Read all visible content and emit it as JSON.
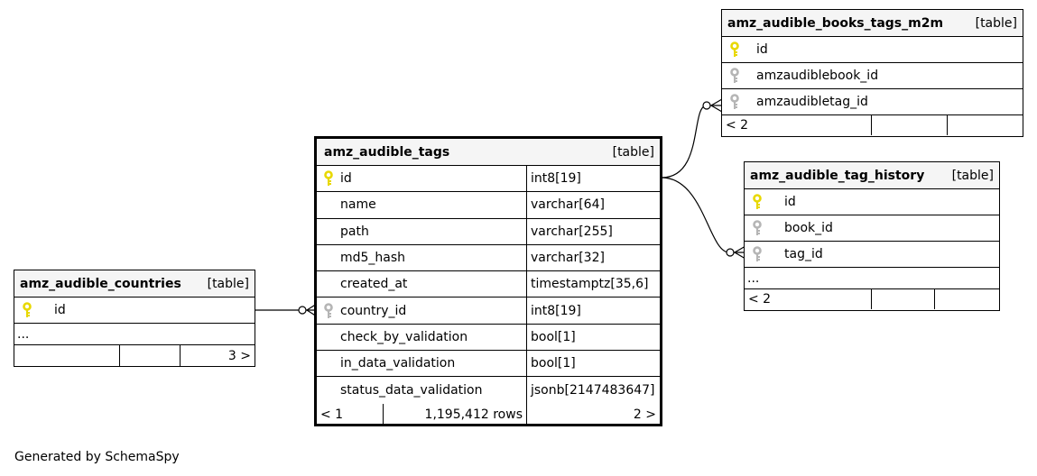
{
  "caption": "Generated by SchemaSpy",
  "colors": {
    "pk_key": "#e8d800",
    "fk_key": "#b5b5b5",
    "header_bg": "#f5f5f5"
  },
  "tables": {
    "books_tags_m2m": {
      "name": "amz_audible_books_tags_m2m",
      "kind": "[table]",
      "columns": [
        {
          "name": "id",
          "key": "pk-key-icon"
        },
        {
          "name": "amzaudiblebook_id",
          "key": "fk-key-icon"
        },
        {
          "name": "amzaudibletag_id",
          "key": "fk-key-icon"
        }
      ],
      "footer": {
        "left": "< 2",
        "mid": "",
        "right": ""
      }
    },
    "tag_history": {
      "name": "amz_audible_tag_history",
      "kind": "[table]",
      "columns": [
        {
          "name": "id",
          "key": "pk-key-icon"
        },
        {
          "name": "book_id",
          "key": "fk-key-icon"
        },
        {
          "name": "tag_id",
          "key": "fk-key-icon"
        }
      ],
      "more": "...",
      "footer": {
        "left": "< 2",
        "mid": "",
        "right": ""
      }
    },
    "tags": {
      "name": "amz_audible_tags",
      "kind": "[table]",
      "columns": [
        {
          "name": "id",
          "type": "int8[19]",
          "key": "pk-key-icon"
        },
        {
          "name": "name",
          "type": "varchar[64]",
          "key": ""
        },
        {
          "name": "path",
          "type": "varchar[255]",
          "key": ""
        },
        {
          "name": "md5_hash",
          "type": "varchar[32]",
          "key": ""
        },
        {
          "name": "created_at",
          "type": "timestamptz[35,6]",
          "key": ""
        },
        {
          "name": "country_id",
          "type": "int8[19]",
          "key": "fk-key-icon"
        },
        {
          "name": "check_by_validation",
          "type": "bool[1]",
          "key": ""
        },
        {
          "name": "in_data_validation",
          "type": "bool[1]",
          "key": ""
        },
        {
          "name": "status_data_validation",
          "type": "jsonb[2147483647]",
          "key": ""
        }
      ],
      "footer": {
        "left": "< 1",
        "mid": "1,195,412 rows",
        "right": "2 >"
      }
    },
    "countries": {
      "name": "amz_audible_countries",
      "kind": "[table]",
      "columns": [
        {
          "name": "id",
          "key": "pk-key-icon"
        }
      ],
      "more": "...",
      "footer": {
        "left": "",
        "mid": "",
        "right": "3 >"
      }
    }
  }
}
